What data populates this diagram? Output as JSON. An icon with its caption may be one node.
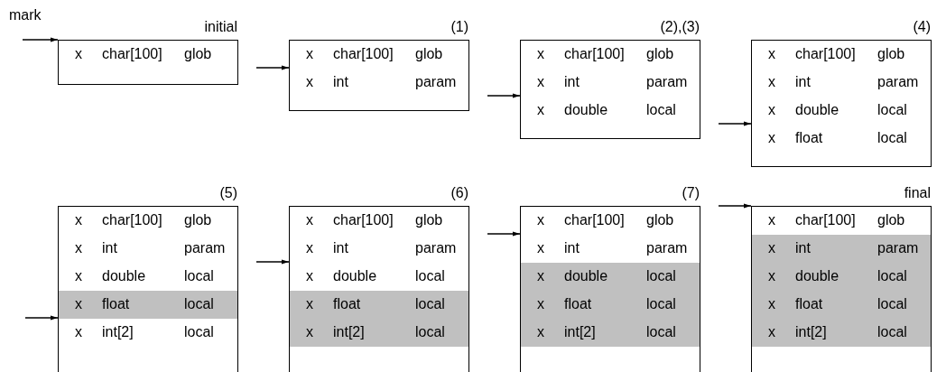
{
  "diagram": {
    "nodes": [
      {
        "text": [
          "mark"
        ]
      },
      {
        "text": [
          "initial"
        ]
      },
      {
        "text": [
          "x",
          "char[100]",
          "glob"
        ],
        "in": 1
      },
      {
        "text": [
          "(1)"
        ]
      },
      {
        "text": [
          "x",
          "char[100]",
          "glob"
        ],
        "in": 3
      },
      {
        "text": [
          "x",
          "int",
          "param"
        ],
        "in": 3
      },
      {
        "text": [
          "(2),(3)"
        ]
      },
      {
        "text": [
          "x",
          "char[100]",
          "glob"
        ],
        "in": 6
      },
      {
        "text": [
          "x",
          "int",
          "param"
        ],
        "in": 6
      },
      {
        "text": [
          "x",
          "double",
          "local"
        ],
        "in": 6
      },
      {
        "text": [
          "(4)"
        ]
      },
      {
        "text": [
          "x",
          "char[100]",
          "glob"
        ],
        "in": 10
      },
      {
        "text": [
          "x",
          "int",
          "param"
        ],
        "in": 10
      },
      {
        "text": [
          "x",
          "double",
          "local"
        ],
        "in": 10
      },
      {
        "text": [
          "x",
          "float",
          "local"
        ],
        "in": 10
      },
      {
        "text": [
          "(5)"
        ]
      },
      {
        "text": [
          "x",
          "char[100]",
          "glob"
        ],
        "in": 15
      },
      {
        "text": [
          "x",
          "int",
          "param"
        ],
        "in": 15
      },
      {
        "text": [
          "x",
          "double",
          "local"
        ],
        "in": 15
      },
      {
        "text": [
          "x",
          "float",
          "local"
        ],
        "in": 15
      },
      {
        "text": [
          "x",
          "int[2]",
          "local"
        ],
        "in": 15
      },
      {
        "text": [
          "(6)"
        ]
      },
      {
        "text": [
          "x",
          "char[100]",
          "glob"
        ],
        "in": 21
      },
      {
        "text": [
          "x",
          "int",
          "param"
        ],
        "in": 21
      },
      {
        "text": [
          "x",
          "double",
          "local"
        ],
        "in": 21
      },
      {
        "text": [
          "x",
          "float",
          "local"
        ],
        "in": 21
      },
      {
        "text": [
          "x",
          "int[2]",
          "local"
        ],
        "in": 21
      },
      {
        "text": [
          "(7)"
        ]
      },
      {
        "text": [
          "x",
          "char[100]",
          "glob"
        ],
        "in": 27
      },
      {
        "text": [
          "x",
          "int",
          "param"
        ],
        "in": 27
      },
      {
        "text": [
          "x",
          "double",
          "local"
        ],
        "in": 27
      },
      {
        "text": [
          "x",
          "float",
          "local"
        ],
        "in": 27
      },
      {
        "text": [
          "x",
          "int[2]",
          "local"
        ],
        "in": 27
      },
      {
        "text": [
          "final"
        ]
      },
      {
        "text": [
          "x",
          "char[100]",
          "glob"
        ],
        "in": 33
      },
      {
        "text": [
          "x",
          "int",
          "param"
        ],
        "in": 33
      },
      {
        "text": [
          "x",
          "double",
          "local"
        ],
        "in": 33
      },
      {
        "text": [
          "x",
          "float",
          "local"
        ],
        "in": 33
      },
      {
        "text": [
          "x",
          "int[2]",
          "local"
        ],
        "in": 33
      }
    ],
    "edges": [
      {
        "from": 0,
        "to": 1,
        "arrow": "to"
      },
      {
        "from": null,
        "to": 3,
        "arrow": "to"
      },
      {
        "from": null,
        "to": 6,
        "arrow": "to"
      },
      {
        "from": null,
        "to": 10,
        "arrow": "to"
      },
      {
        "from": null,
        "to": 15,
        "arrow": "to"
      },
      {
        "from": null,
        "to": 21,
        "arrow": "to"
      },
      {
        "from": null,
        "to": 27,
        "arrow": "to"
      },
      {
        "from": null,
        "to": 33,
        "arrow": "to"
      }
    ]
  }
}
